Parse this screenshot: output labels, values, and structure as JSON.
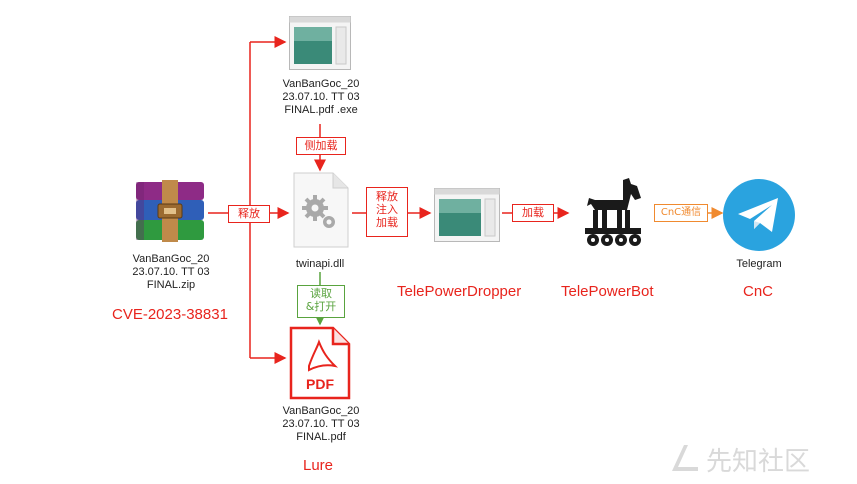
{
  "nodes": {
    "archive": {
      "caption_lines": [
        "VanBanGoc_20",
        "23.07.10. TT 03",
        "FINAL.zip"
      ],
      "tag": "CVE-2023-38831",
      "icon": "winrar-archive-icon"
    },
    "exe": {
      "caption_lines": [
        "VanBanGoc_20",
        "23.07.10. TT 03",
        "FINAL.pdf .exe"
      ],
      "icon": "application-window-icon"
    },
    "dll": {
      "caption": "twinapi.dll",
      "icon": "dll-gear-file-icon"
    },
    "pdf": {
      "caption_lines": [
        "VanBanGoc_20",
        "23.07.10. TT 03",
        "FINAL.pdf"
      ],
      "tag": "Lure",
      "icon_text": "PDF",
      "icon": "pdf-document-icon"
    },
    "dropper": {
      "tag": "TelePowerDropper",
      "icon": "application-window-icon"
    },
    "bot": {
      "tag": "TelePowerBot",
      "icon": "trojan-horse-icon"
    },
    "cnc": {
      "caption": "Telegram",
      "tag": "CnC",
      "icon": "telegram-logo-icon"
    }
  },
  "edges": {
    "release": "释放",
    "sideload": "侧加载",
    "read_open_lines": [
      "读取",
      "&打开"
    ],
    "release_inject_load_lines": [
      "释放",
      "注入",
      "加载"
    ],
    "load": "加载",
    "cnc_comm": "CnC通信"
  },
  "watermark": "先知社区",
  "colors": {
    "red": "#e8241d",
    "green": "#59a33e",
    "orange": "#f08a2f",
    "telegram": "#2aa3df"
  }
}
